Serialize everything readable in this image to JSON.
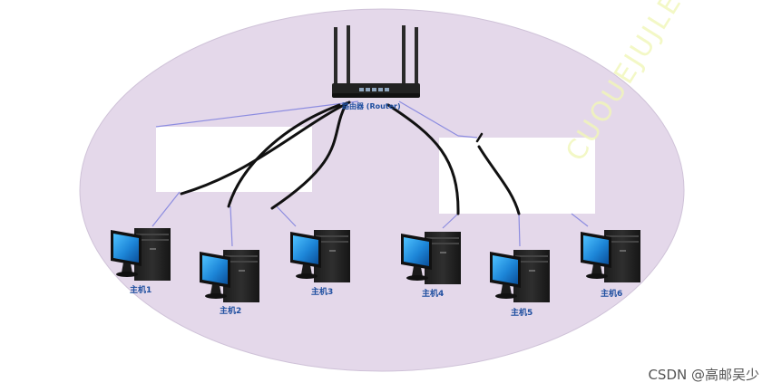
{
  "router": {
    "label": "路由器 (Router)",
    "icon": "router-icon"
  },
  "hosts": [
    {
      "id": "host1",
      "label": "主机1"
    },
    {
      "id": "host2",
      "label": "主机2"
    },
    {
      "id": "host3",
      "label": "主机3"
    },
    {
      "id": "host4",
      "label": "主机4"
    },
    {
      "id": "host5",
      "label": "主机5"
    },
    {
      "id": "host6",
      "label": "主机6"
    }
  ],
  "watermark": "CSDN @高邮吴少",
  "colors": {
    "ellipse_fill": "#e4d8ea",
    "link_line": "#8c8ce0",
    "ink": "#111111",
    "label": "#1f4fa0"
  }
}
